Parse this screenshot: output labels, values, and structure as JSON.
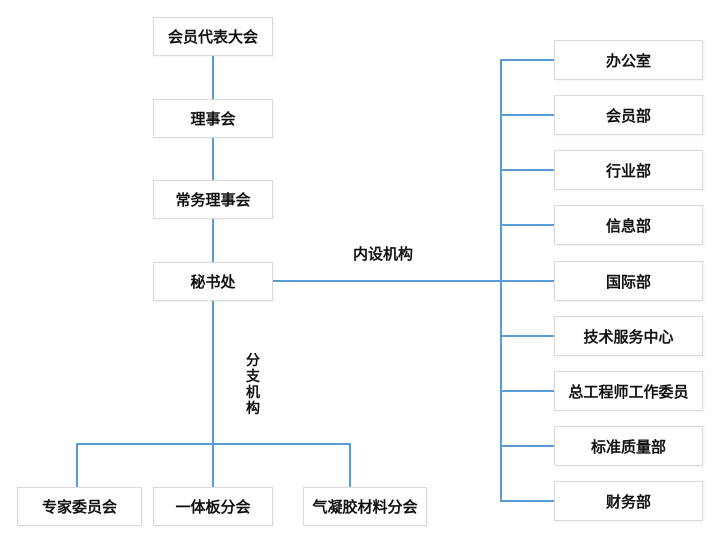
{
  "colors": {
    "line": "#5b9bd5",
    "box_border": "#d9d9d9",
    "text": "#111111",
    "background": "#ffffff"
  },
  "org": {
    "chain": [
      "会员代表大会",
      "理事会",
      "常务理事会",
      "秘书处"
    ],
    "internal_label": "内设机构",
    "branch_label": "分支机构",
    "internal_departments": [
      "办公室",
      "会员部",
      "行业部",
      "信息部",
      "国际部",
      "技术服务中心",
      "总工程师工作委员",
      "标准质量部",
      "财务部"
    ],
    "branches": [
      "专家委员会",
      "一体板分会",
      "气凝胶材料分会"
    ]
  }
}
